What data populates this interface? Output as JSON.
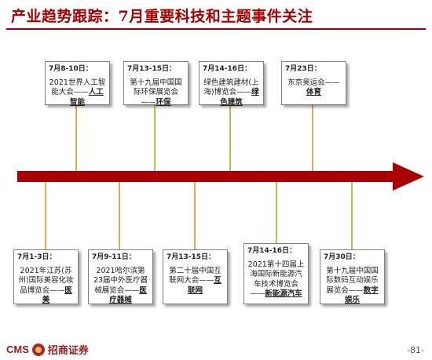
{
  "title": "产业趋势跟踪：7月重要科技和主题事件关注",
  "events_top": [
    {
      "date": "7月8-10日：",
      "desc": "2021世界人工智能大会——",
      "tag": "人工智能"
    },
    {
      "date": "7月13-15日：",
      "desc": "第十九届中国国际环保展览会——",
      "tag": "环保"
    },
    {
      "date": "7月14-16日：",
      "desc": "绿色建筑建材(上海)博览会——",
      "tag": "绿色建筑"
    },
    {
      "date": "7月23日：",
      "desc": "东京奥运会——",
      "tag": "体育"
    }
  ],
  "events_bottom": [
    {
      "date": "7月1-3日：",
      "desc": "2021年江苏(苏州)国际美容化妆品博览会——",
      "tag": "医美"
    },
    {
      "date": "7月9-11日：",
      "desc": "2021哈尔滨第23届中外医疗器械展览会——",
      "tag": "医疗器械"
    },
    {
      "date": "7月13-15日：",
      "desc": "第二十届中国互联网大会——",
      "tag": "互联网"
    },
    {
      "date": "7月14-16日：",
      "desc": "2021第十四届上海国际新能源汽车技术博览会——",
      "tag": "新能源汽车"
    },
    {
      "date": "7月30日：",
      "desc": "第十九届中国国际数码互动娱乐展览会——",
      "tag": "数字娱乐"
    }
  ],
  "colors": {
    "arrow": "#a80000",
    "connector": "#d4b24a",
    "title": "#a40000"
  },
  "footer": {
    "brand": "CMS",
    "brand_cn": "招商证券",
    "page": "-81-"
  }
}
